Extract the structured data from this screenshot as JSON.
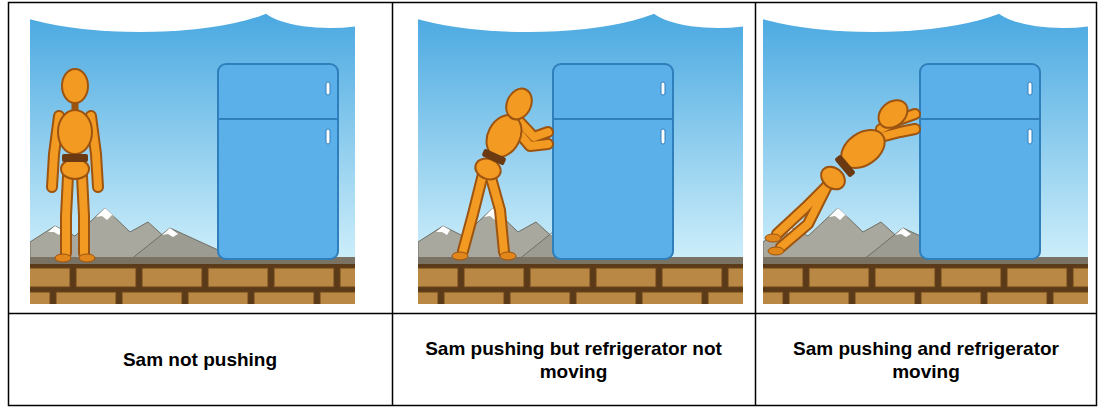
{
  "diagram": {
    "labels": [
      "Sam not pushing",
      "Sam pushing but refrigerator not moving",
      "Sam pushing and refrigerator moving"
    ]
  }
}
